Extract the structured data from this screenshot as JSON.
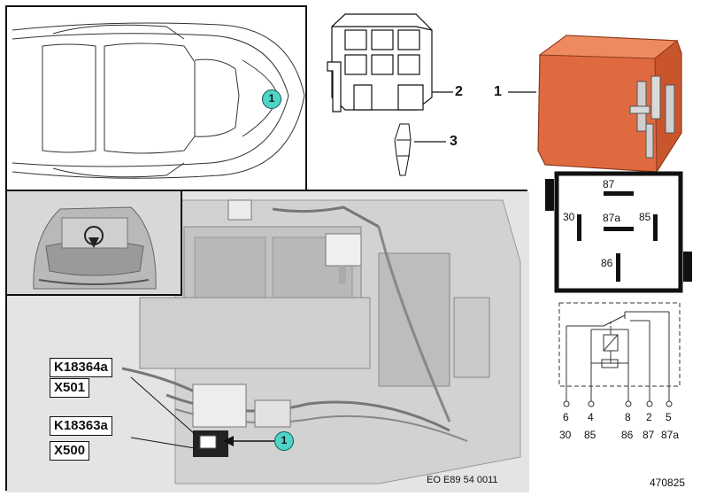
{
  "callouts": {
    "relay": "1",
    "socket": "2",
    "terminal": "3",
    "car_position": "1",
    "photo_position": "1"
  },
  "connector_tags": [
    "K18364a",
    "X501",
    "K18363a",
    "X500"
  ],
  "relay_face_pins": {
    "p87": "87",
    "p30": "30",
    "p87a": "87a",
    "p85": "85",
    "p86": "86"
  },
  "schematic": {
    "pin_numbers": [
      "6",
      "4",
      "8",
      "2",
      "5"
    ],
    "terminal_names": [
      "30",
      "85",
      "86",
      "87",
      "87a"
    ]
  },
  "photo_caption": "EO E89 54 0011",
  "diagram_id": "470825",
  "colors": {
    "badge_fill": "#4fd4c8",
    "relay_body": "#e0683e"
  }
}
